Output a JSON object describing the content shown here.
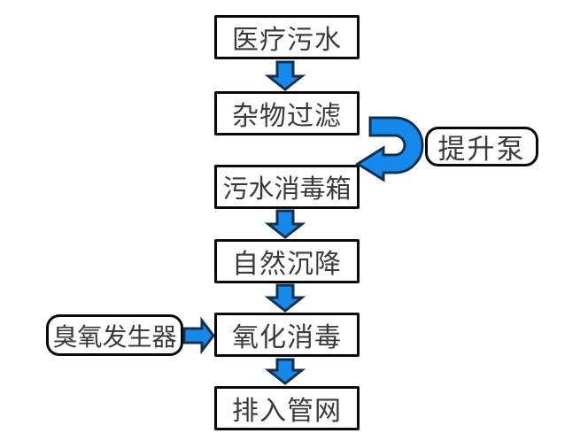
{
  "flow_nodes": [
    {
      "label": "医疗污水"
    },
    {
      "label": "杂物过滤"
    },
    {
      "label": "污水消毒箱"
    },
    {
      "label": "自然沉降"
    },
    {
      "label": "氧化消毒"
    },
    {
      "label": "排入管网"
    }
  ],
  "side_labels": [
    {
      "label": "提升泵"
    },
    {
      "label": "臭氧发生器"
    }
  ],
  "connections": [
    {
      "from": "医疗污水",
      "to": "杂物过滤",
      "shape": "straight-down-arrow"
    },
    {
      "from": "杂物过滤",
      "to": "污水消毒箱",
      "shape": "u-turn-right-arrow",
      "via_label": "提升泵"
    },
    {
      "from": "污水消毒箱",
      "to": "自然沉降",
      "shape": "straight-down-arrow"
    },
    {
      "from": "自然沉降",
      "to": "氧化消毒",
      "shape": "straight-down-arrow"
    },
    {
      "from": "臭氧发生器",
      "to": "氧化消毒",
      "shape": "straight-right-arrow"
    },
    {
      "from": "氧化消毒",
      "to": "排入管网",
      "shape": "straight-down-arrow"
    }
  ],
  "colors": {
    "arrow_fill": "#1689ec",
    "arrow_outline": "#14304f",
    "box_border": "#0a0a0a",
    "text": "#3a3a3a",
    "background": "#ffffff"
  }
}
